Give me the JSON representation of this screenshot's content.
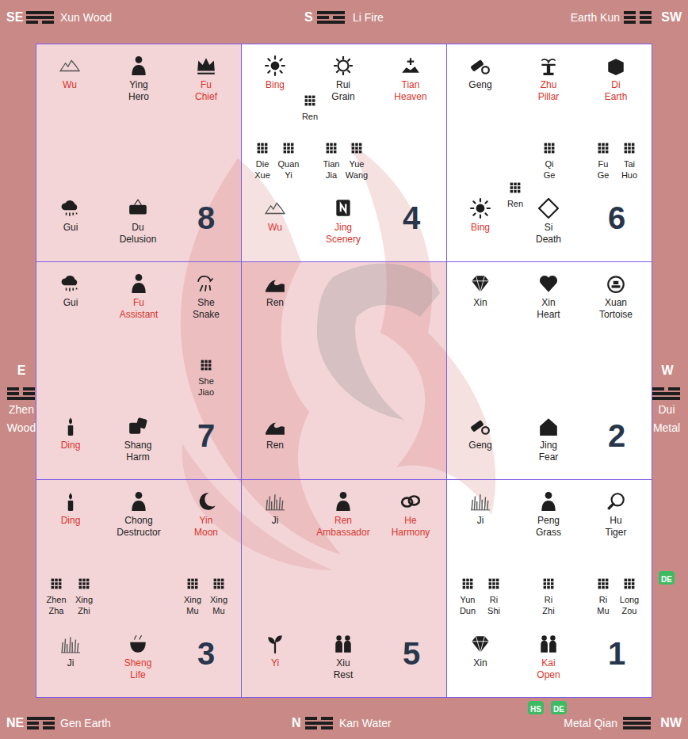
{
  "diagram": {
    "nodes": [
      {
        "text": [
          "Wu",
          "Ying Hero",
          "Fu Chief",
          "Gui",
          "Du Delusion",
          "8"
        ]
      },
      {
        "text": [
          "Bing",
          "Rui Grain",
          "Tian Heaven",
          "Ren",
          "Die Xue",
          "Quan Yi",
          "Tian Jia",
          "Yue Wang",
          "Wu",
          "Jing Scenery",
          "4"
        ]
      },
      {
        "text": [
          "Geng",
          "Zhu Pillar",
          "Di Earth",
          "Qi Ge",
          "Fu Ge",
          "Tai Huo",
          "Ren",
          "Bing",
          "Si Death",
          "6"
        ]
      },
      {
        "text": [
          "Gui",
          "Fu Assistant",
          "She Snake",
          "She Jiao",
          "Ding",
          "Shang Harm",
          "7"
        ]
      },
      {
        "text": [
          "Ren",
          "Ren"
        ]
      },
      {
        "text": [
          "Xin",
          "Xin Heart",
          "Xuan Tortoise",
          "Geng",
          "Jing Fear",
          "2"
        ]
      },
      {
        "text": [
          "Ding",
          "Chong Destructor",
          "Yin Moon",
          "Zhen Zha",
          "Xing Zhi",
          "Xing Mu",
          "Xing Mu",
          "Ji",
          "Sheng Life",
          "3"
        ]
      },
      {
        "text": [
          "Ji",
          "Ren Ambassador",
          "He Harmony",
          "Yi",
          "Xiu Rest",
          "5"
        ]
      },
      {
        "text": [
          "Ji",
          "Peng Grass",
          "Hu Tiger",
          "Yun Dun",
          "Ri Shi",
          "Ri Zhi",
          "Ri Mu",
          "Long Zou",
          "Xin",
          "Kai Open",
          "1"
        ]
      },
      {
        "text": [
          "DE"
        ]
      },
      {
        "text": [
          "HS"
        ]
      },
      {
        "text": [
          "DE"
        ]
      }
    ],
    "labels": [
      "SE",
      "Xun Wood",
      "S",
      "Li Fire",
      "Earth Kun",
      "SW",
      "E",
      "Zhen Wood",
      "W",
      "Dui Metal",
      "NE",
      "Gen Earth",
      "N",
      "Kan Water",
      "Metal Qian",
      "NW"
    ]
  }
}
